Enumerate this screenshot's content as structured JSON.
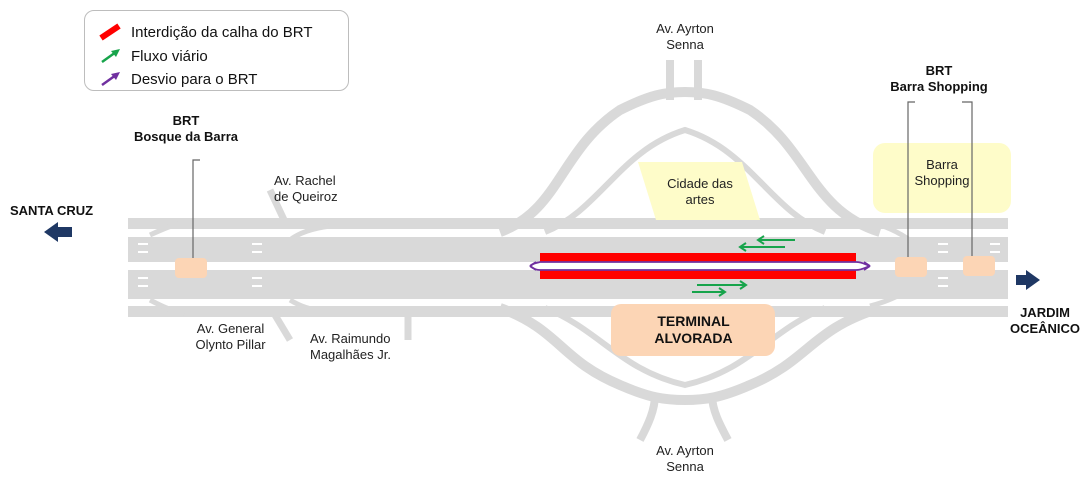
{
  "legend": {
    "items": [
      {
        "label": "Interdição da calha do BRT",
        "color": "#ff0000",
        "icon": "red-bar-icon"
      },
      {
        "label": "Fluxo viário",
        "color": "#17a44b",
        "icon": "green-arrow-icon"
      },
      {
        "label": "Desvio para o BRT",
        "color": "#7030a0",
        "icon": "purple-arrow-icon"
      }
    ]
  },
  "labels": {
    "ayrton_top": [
      "Av. Ayrton",
      "Senna"
    ],
    "ayrton_bottom": [
      "Av. Ayrton",
      "Senna"
    ],
    "brt_bosque": [
      "BRT",
      "Bosque da Barra"
    ],
    "brt_barra": [
      "BRT",
      "Barra Shopping"
    ],
    "rachel": [
      "Av. Rachel",
      "de Queiroz"
    ],
    "general": [
      "Av. General",
      "Olynto Pillar"
    ],
    "raimundo": [
      "Av. Raimundo",
      "Magalhães Jr."
    ],
    "cidade": [
      "Cidade das",
      "artes"
    ],
    "barra_shopping": [
      "Barra",
      "Shopping"
    ],
    "terminal": [
      "TERMINAL",
      "ALVORADA"
    ],
    "santa_cruz": "SANTA CRUZ",
    "jardim": [
      "JARDIM",
      "OCEÂNICO"
    ]
  },
  "colors": {
    "road": "#d9d9d9",
    "interdiction": "#ff0000",
    "flow": "#17a44b",
    "detour": "#7030a0",
    "station": "#fcd5b5",
    "shopping_bg": "#fefcc9",
    "arrow": "#1f3864"
  }
}
